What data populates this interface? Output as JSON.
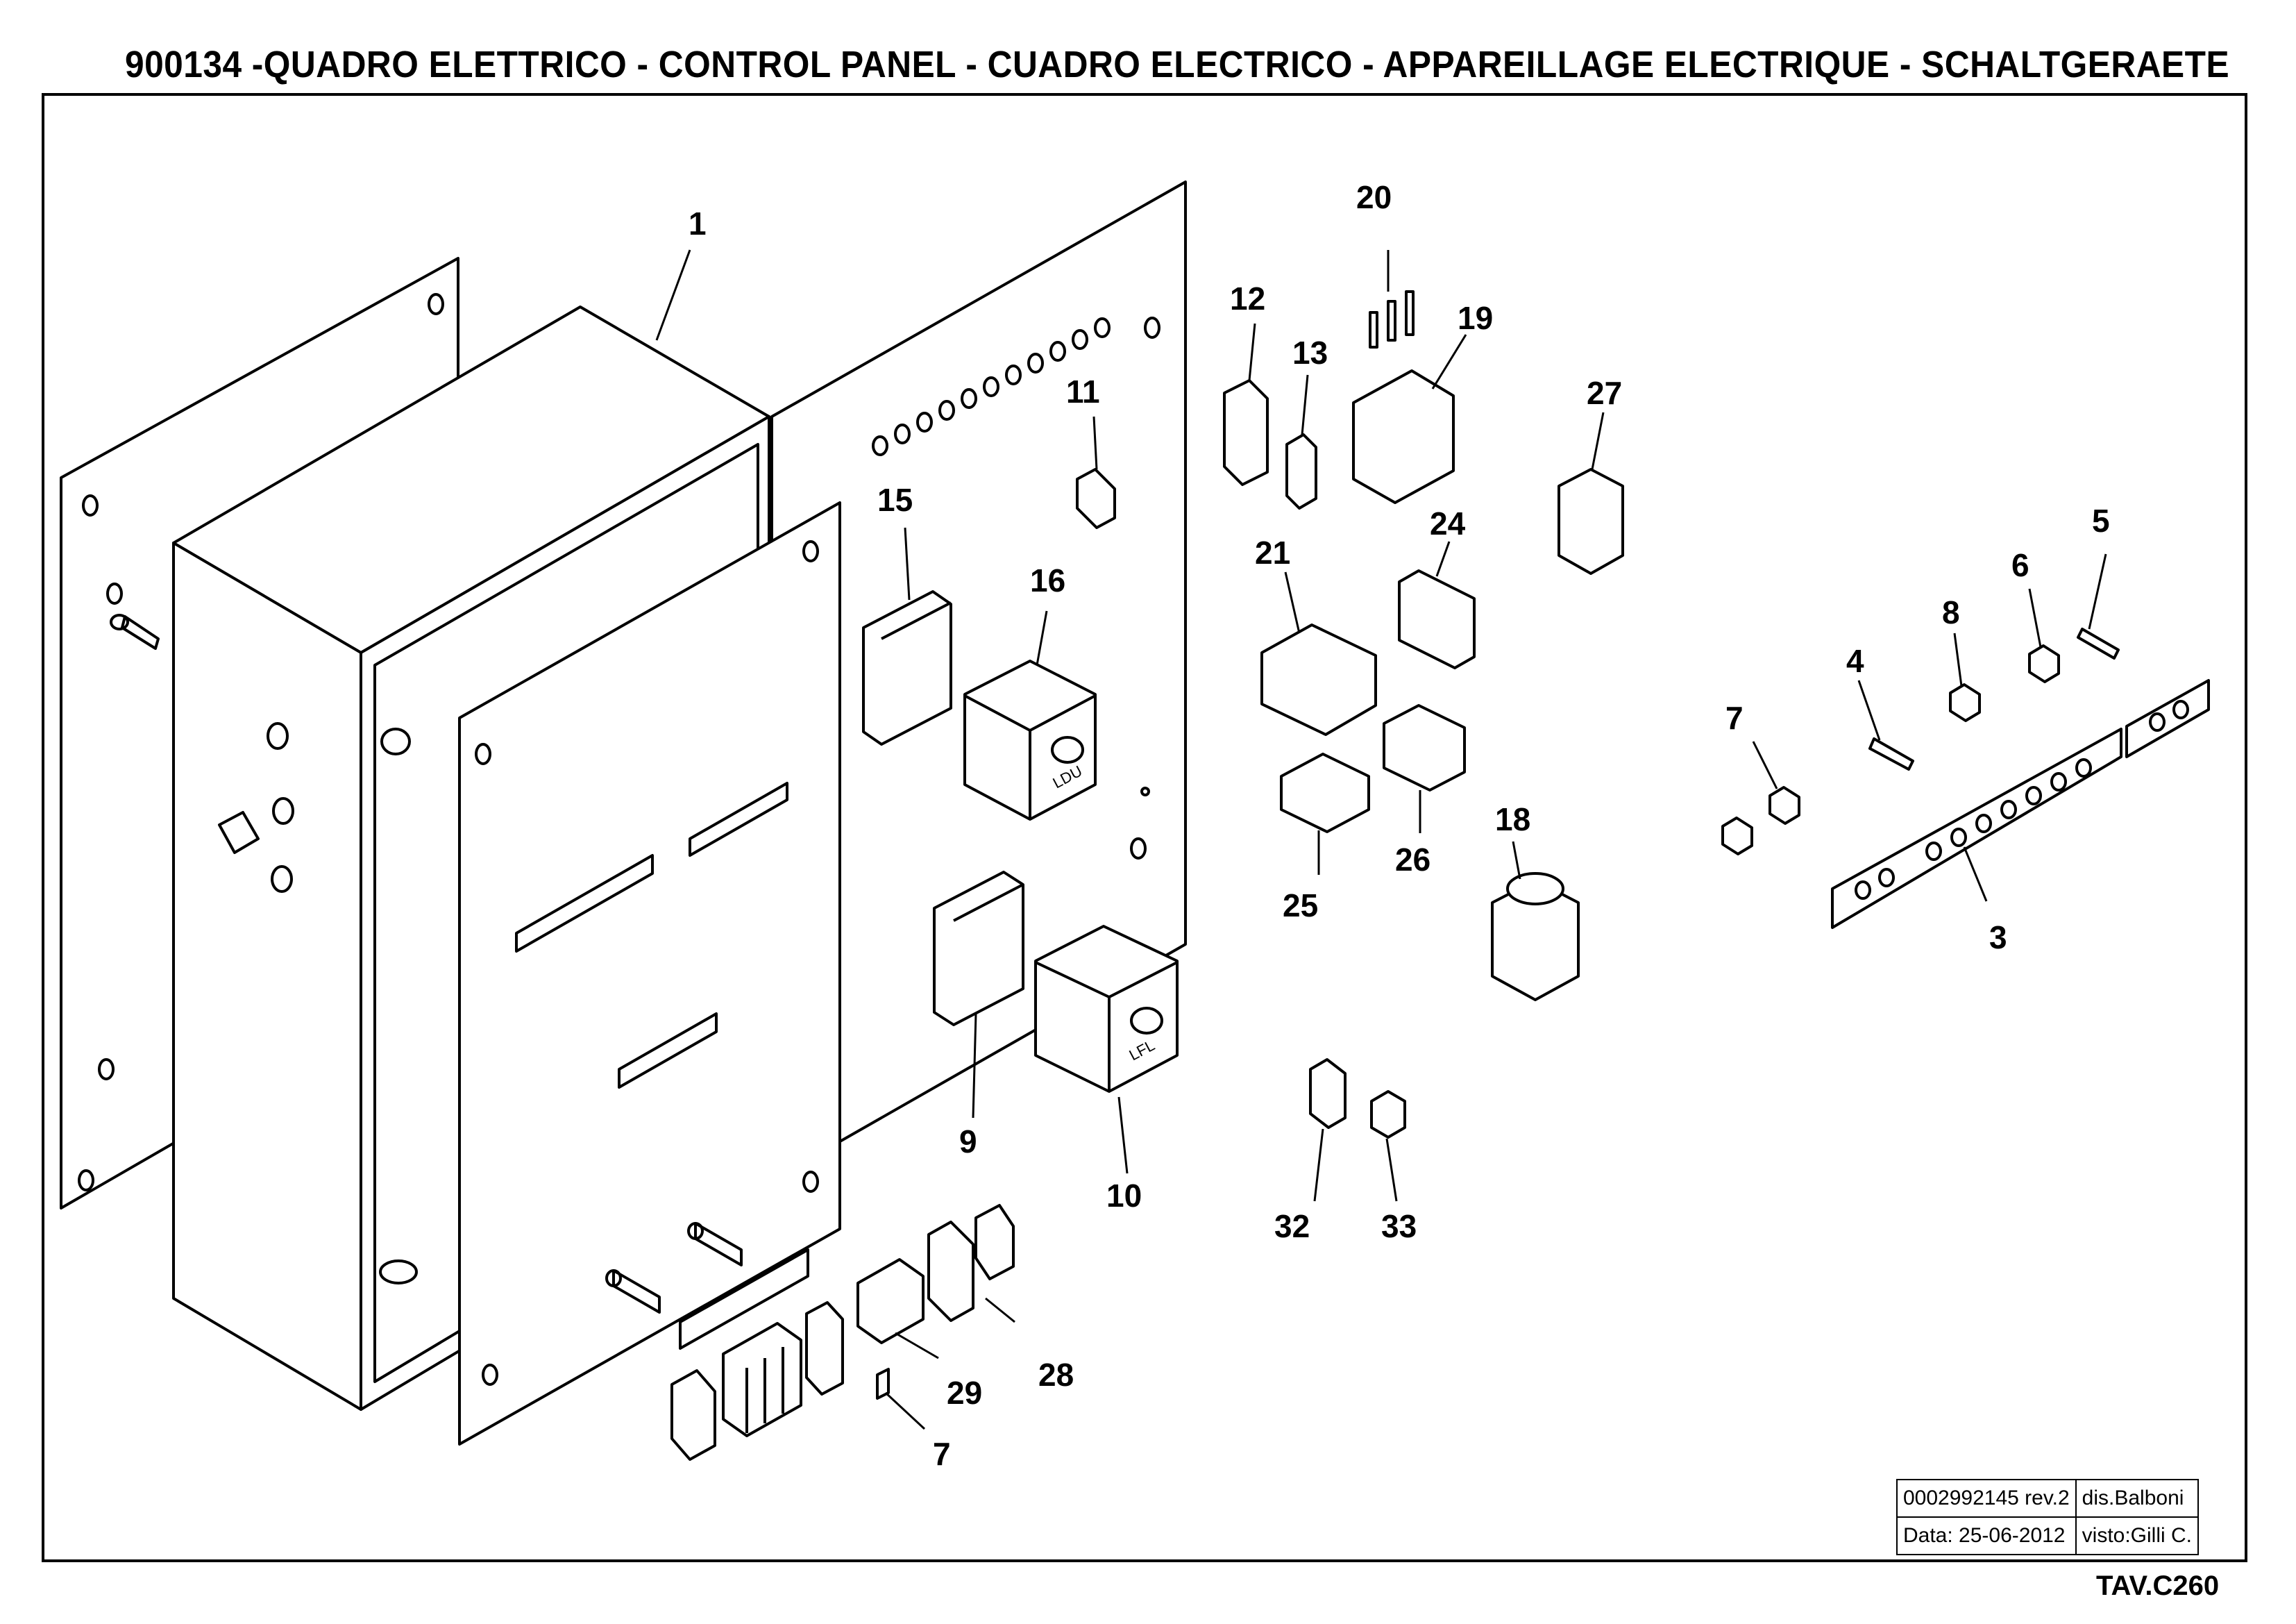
{
  "title": "900134 -QUADRO ELETTRICO - CONTROL PANEL - CUADRO ELECTRICO - APPAREILLAGE ELECTRIQUE - SCHALTGERAETE",
  "components": {
    "c1": "1",
    "c3": "3",
    "c4": "4",
    "c5": "5",
    "c6": "6",
    "c7a": "7",
    "c7b": "7",
    "c8": "8",
    "c9": "9",
    "c10": "10",
    "c11": "11",
    "c12": "12",
    "c13": "13",
    "c15": "15",
    "c16": "16",
    "c18": "18",
    "c19": "19",
    "c20": "20",
    "c21": "21",
    "c24": "24",
    "c25": "25",
    "c26": "26",
    "c27": "27",
    "c28": "28",
    "c29": "29",
    "c32": "32",
    "c33": "33"
  },
  "device_text": {
    "ldu": "LDU",
    "lfl": "LFL"
  },
  "title_block": {
    "doc_number": "0002992145 rev.2",
    "drawn_by": "dis.Balboni",
    "date": "Data:  25-06-2012",
    "checked_by": "visto:Gilli C."
  },
  "sheet": "TAV.C260"
}
